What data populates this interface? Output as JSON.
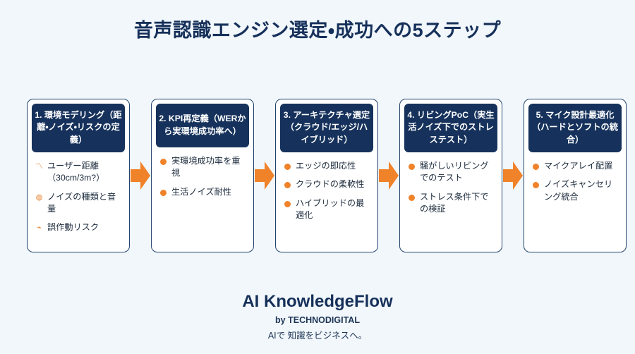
{
  "colors": {
    "page_background": "#f1f7fb",
    "header_navy": "#16325c",
    "title_navy": "#16305a",
    "accent_orange": "#f0822a",
    "card_border": "#22436e",
    "card_background": "#ffffff"
  },
  "title": "音声認識エンジン選定・成功への5ステップ",
  "steps": [
    {
      "header": "1. 環境モデリング（距離・ノイズ・リスクの定義）",
      "bullets": [
        {
          "icon": "sound-wave-icon",
          "glyph": "〽",
          "text": "ユーザー距離（30cm/3m?）"
        },
        {
          "icon": "speaker-icon",
          "glyph": "◍",
          "text": "ノイズの種類と音量"
        },
        {
          "icon": "alert-icon",
          "glyph": "⌁",
          "text": "誤作動リスク"
        }
      ]
    },
    {
      "header": "2. KPI再定義（WERから実環境成功率へ）",
      "bullets": [
        {
          "icon": "bullet-dot-icon",
          "glyph": "",
          "text": "実環境成功率を重視"
        },
        {
          "icon": "bullet-dot-icon",
          "glyph": "",
          "text": "生活ノイズ耐性"
        }
      ]
    },
    {
      "header": "3. アーキテクチャ選定（クラウド/エッジ/ハイブリッド）",
      "bullets": [
        {
          "icon": "bullet-dot-icon",
          "glyph": "",
          "text": "エッジの即応性"
        },
        {
          "icon": "bullet-dot-icon",
          "glyph": "",
          "text": "クラウドの柔軟性"
        },
        {
          "icon": "bullet-dot-icon",
          "glyph": "",
          "text": "ハイブリッドの最適化"
        }
      ]
    },
    {
      "header": "4. リビングPoC（実生活ノイズ下でのストレステスト）",
      "bullets": [
        {
          "icon": "bullet-dot-icon",
          "glyph": "",
          "text": "騒がしいリビングでのテスト"
        },
        {
          "icon": "bullet-dot-icon",
          "glyph": "",
          "text": "ストレス条件下での検証"
        }
      ]
    },
    {
      "header": "5. マイク設計最適化（ハードとソフトの統合）",
      "bullets": [
        {
          "icon": "bullet-dot-icon",
          "glyph": "",
          "text": "マイクアレイ配置"
        },
        {
          "icon": "bullet-dot-icon",
          "glyph": "",
          "text": "ノイズキャンセリング統合"
        }
      ]
    }
  ],
  "connectors": [
    {
      "icon": "arrow-right-icon"
    },
    {
      "icon": "arrow-right-icon"
    },
    {
      "icon": "arrow-right-icon"
    },
    {
      "icon": "arrow-right-icon"
    }
  ],
  "footer": {
    "brand": "AI KnowledgeFlow",
    "by": "by TECHNODIGITAL",
    "tagline": "AIで 知識をビジネスへ。"
  }
}
